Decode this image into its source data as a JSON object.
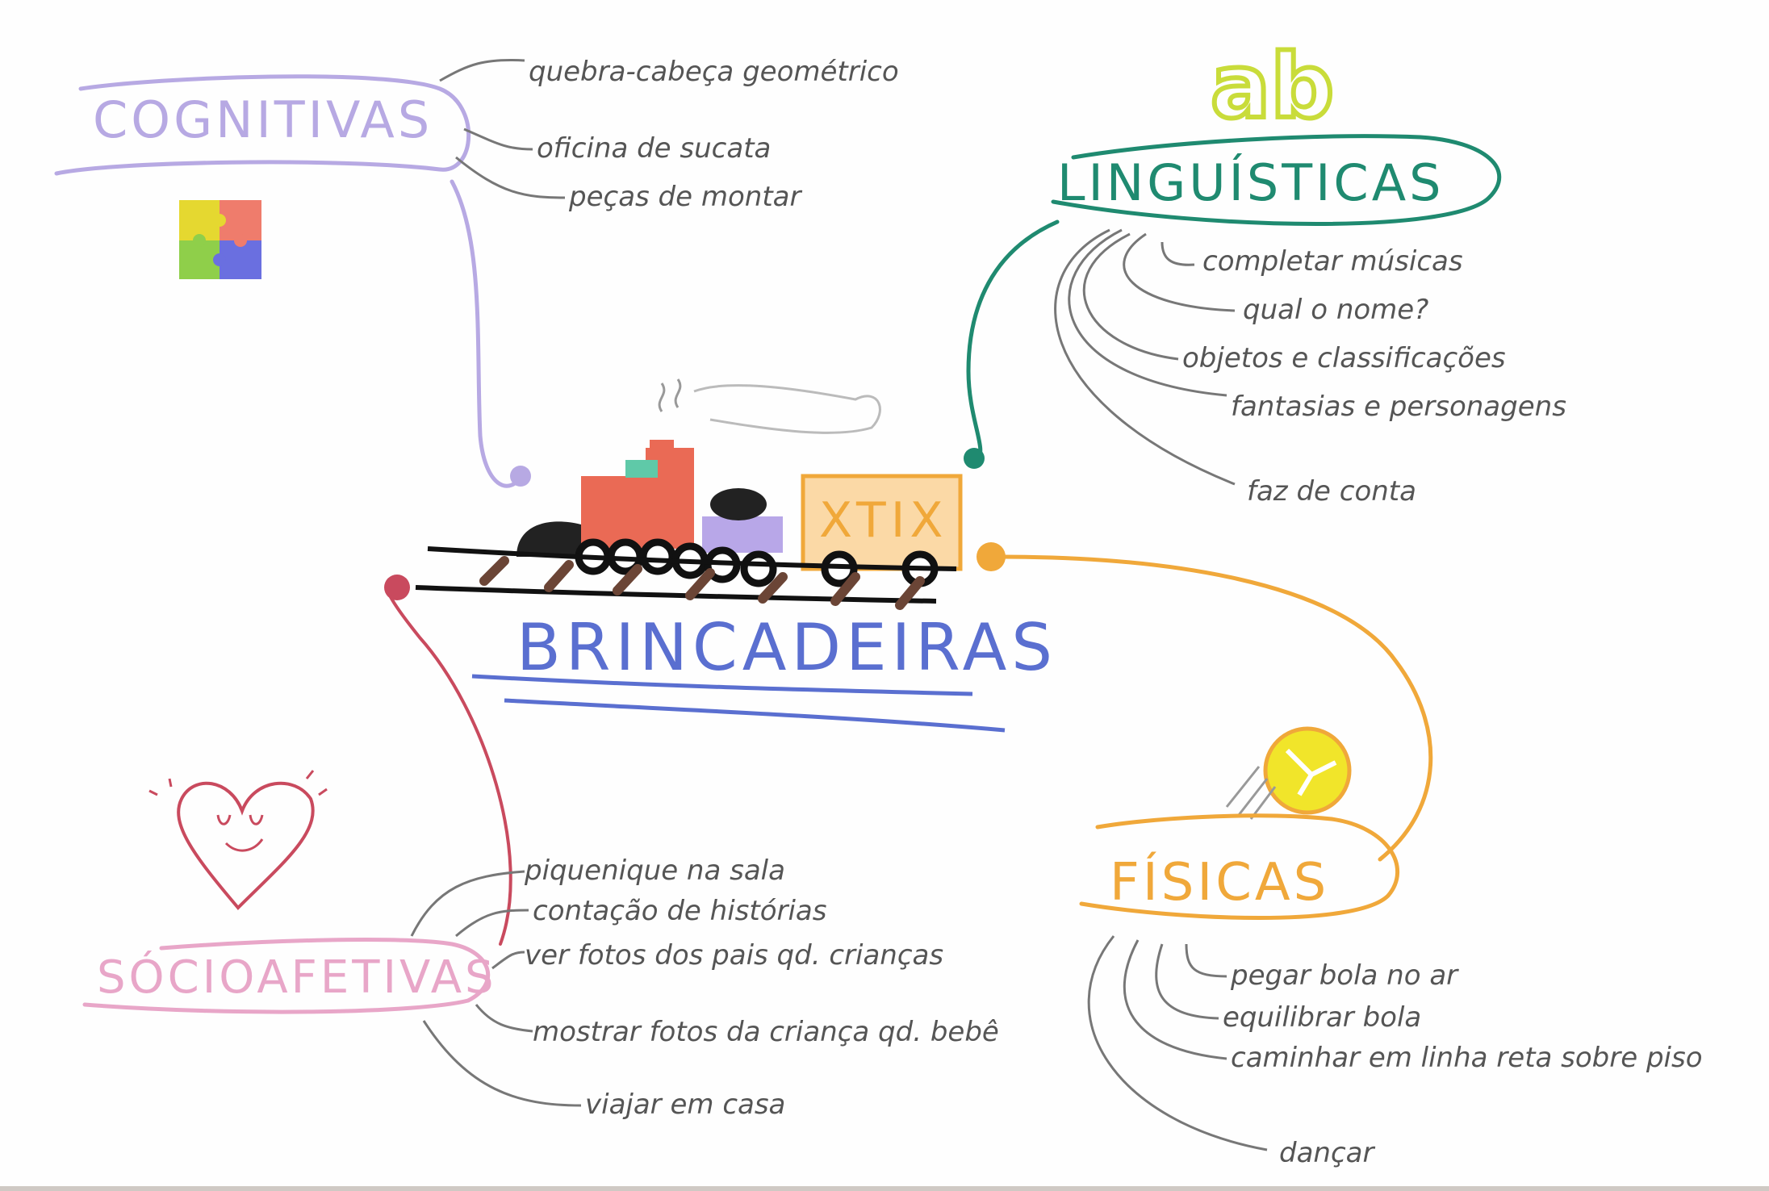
{
  "center": {
    "title": "BRINCADEIRAS",
    "color": "#5a6fd0"
  },
  "train": {
    "crate_label": "XTIX"
  },
  "branches": {
    "cognitivas": {
      "title": "COGNITIVAS",
      "color": "#b7a9e3",
      "icon": "puzzle-icon",
      "items": [
        "quebra-cabeça geométrico",
        "oficina de sucata",
        "peças de montar"
      ]
    },
    "linguisticas": {
      "title": "LINGUÍSTICAS",
      "color": "#1f8a70",
      "icon_text": "ab",
      "icon_color": "#c9dc3a",
      "items": [
        "completar músicas",
        "qual o nome?",
        "objetos e classificações",
        "fantasias e personagens",
        "faz de conta"
      ]
    },
    "socioafetivas": {
      "title": "SÓCIOAFETIVAS",
      "color": "#e8a6c8",
      "link_color": "#c94a5e",
      "icon": "heart-icon",
      "items": [
        "piquenique na sala",
        "contação de histórias",
        "ver fotos dos pais qd. crianças",
        "mostrar fotos da criança qd. bebê",
        "viajar em casa"
      ]
    },
    "fisicas": {
      "title": "FÍSICAS",
      "color": "#f0a83a",
      "icon": "ball-icon",
      "items": [
        "pegar bola no ar",
        "equilibrar bola",
        "caminhar em linha reta sobre piso",
        "dançar"
      ]
    }
  }
}
